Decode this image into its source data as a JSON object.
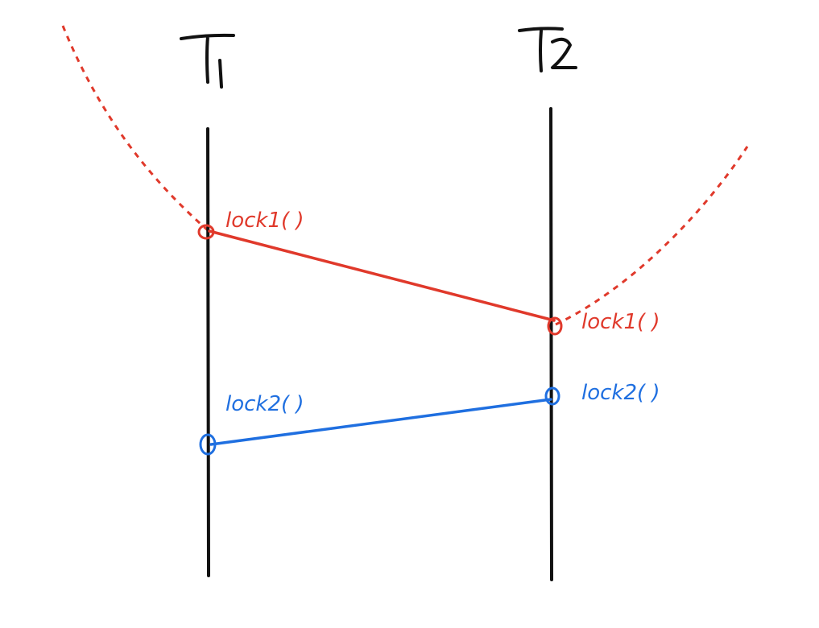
{
  "threads": [
    {
      "label": "T1"
    },
    {
      "label": "T2"
    }
  ],
  "red_edge": {
    "from_label": "lock1( )",
    "to_label": "lock1( )"
  },
  "blue_edge": {
    "from_label": "lock2( )",
    "to_label": "lock2( )"
  },
  "colors": {
    "ink": "#111111",
    "red": "#e0392b",
    "blue": "#1f6fe0",
    "background": "#ffffff"
  }
}
